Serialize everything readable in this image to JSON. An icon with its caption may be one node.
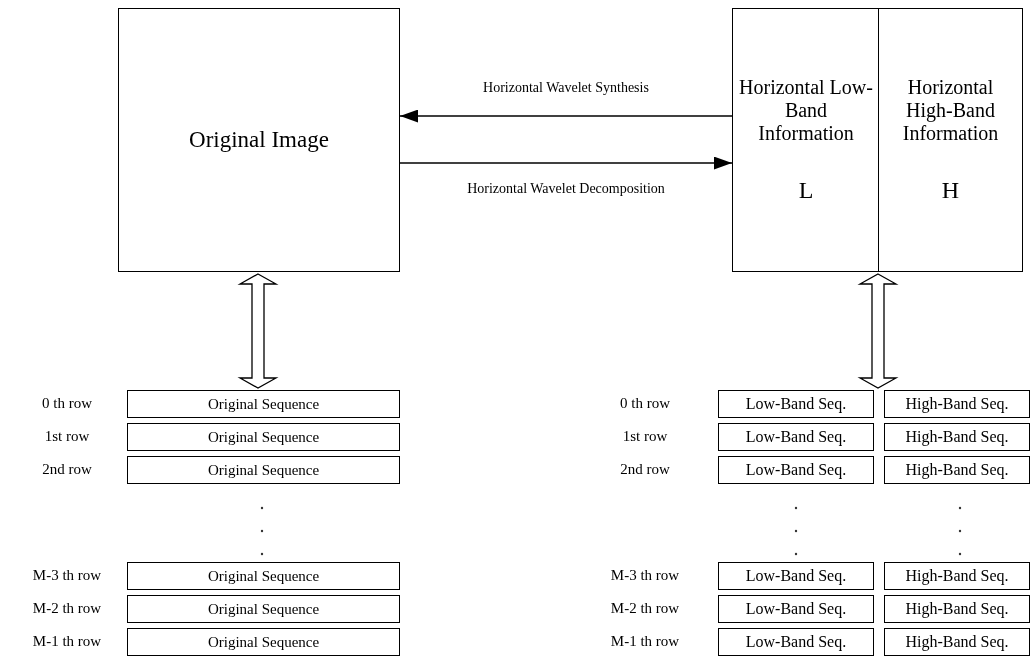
{
  "diagram": {
    "nodes": [
      {
        "text": [
          "Original Image"
        ]
      },
      {
        "text": [
          "Horizontal Low-Band Information",
          "L"
        ]
      },
      {
        "text": [
          "Horizontal High-Band Information",
          "H"
        ]
      },
      {
        "text": [
          "Original Sequence"
        ],
        "beside": [
          "0 th row"
        ]
      },
      {
        "text": [
          "Original Sequence"
        ],
        "beside": [
          "1st row"
        ]
      },
      {
        "text": [
          "Original Sequence"
        ],
        "beside": [
          "2nd row"
        ]
      },
      {
        "text": [
          "Original Sequence"
        ],
        "beside": [
          "M-3 th row"
        ]
      },
      {
        "text": [
          "Original Sequence"
        ],
        "beside": [
          "M-2 th row"
        ]
      },
      {
        "text": [
          "Original Sequence"
        ],
        "beside": [
          "M-1 th row"
        ]
      },
      {
        "text": [
          "Low-Band Seq."
        ],
        "beside": [
          "0 th row"
        ]
      },
      {
        "text": [
          "High-Band Seq."
        ]
      },
      {
        "text": [
          "Low-Band Seq."
        ],
        "beside": [
          "1st row"
        ]
      },
      {
        "text": [
          "High-Band Seq."
        ]
      },
      {
        "text": [
          "Low-Band Seq."
        ],
        "beside": [
          "2nd row"
        ]
      },
      {
        "text": [
          "High-Band Seq."
        ]
      },
      {
        "text": [
          "Low-Band Seq."
        ],
        "beside": [
          "M-3 th row"
        ]
      },
      {
        "text": [
          "High-Band Seq."
        ]
      },
      {
        "text": [
          "Low-Band Seq."
        ],
        "beside": [
          "M-2 th row"
        ]
      },
      {
        "text": [
          "High-Band Seq."
        ]
      },
      {
        "text": [
          "Low-Band Seq."
        ],
        "beside": [
          "M-1 th row"
        ]
      },
      {
        "text": [
          "High-Band Seq."
        ]
      }
    ],
    "edges": [
      {
        "from": 1,
        "to": 0,
        "arrow": "to",
        "label": "Horizontal Wavelet Synthesis"
      },
      {
        "from": 0,
        "to": 1,
        "arrow": "to",
        "label": "Horizontal Wavelet Decomposition"
      },
      {
        "from": 0,
        "to": 3,
        "arrow": "both",
        "style": "thick"
      },
      {
        "from": 1,
        "to": 9,
        "arrow": "both",
        "style": "thick"
      }
    ]
  }
}
